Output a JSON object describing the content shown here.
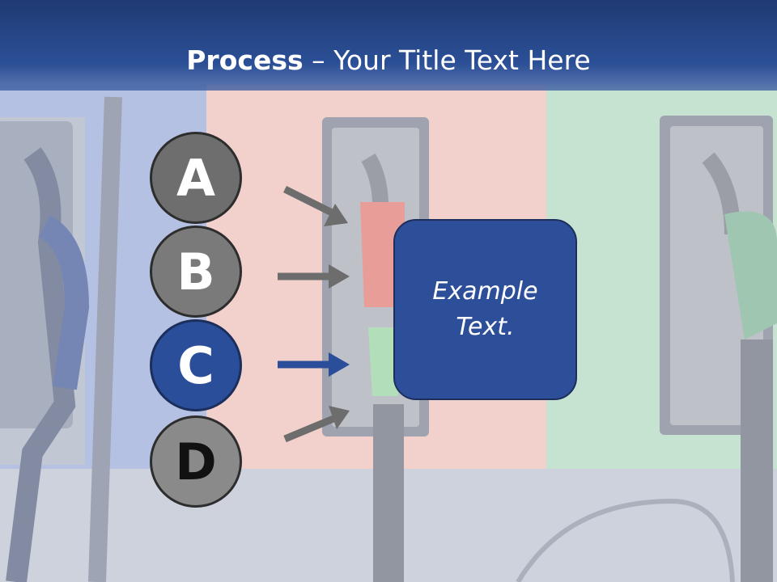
{
  "slide": {
    "title_bold": "Process",
    "title_rest": " – Your Title Text Here"
  },
  "steps": [
    {
      "letter": "A",
      "color": "#6e6e6e"
    },
    {
      "letter": "B",
      "color": "#7a7a7a"
    },
    {
      "letter": "C",
      "color": "#2b4e9a"
    },
    {
      "letter": "D",
      "color": "#8a8a8a"
    }
  ],
  "content_box": {
    "text": "Example Text."
  },
  "colors": {
    "header": "#2b4f96",
    "accent": "#2d4e99",
    "arrow_gray": "#6d6d6d",
    "arrow_blue": "#2b4e9a"
  }
}
